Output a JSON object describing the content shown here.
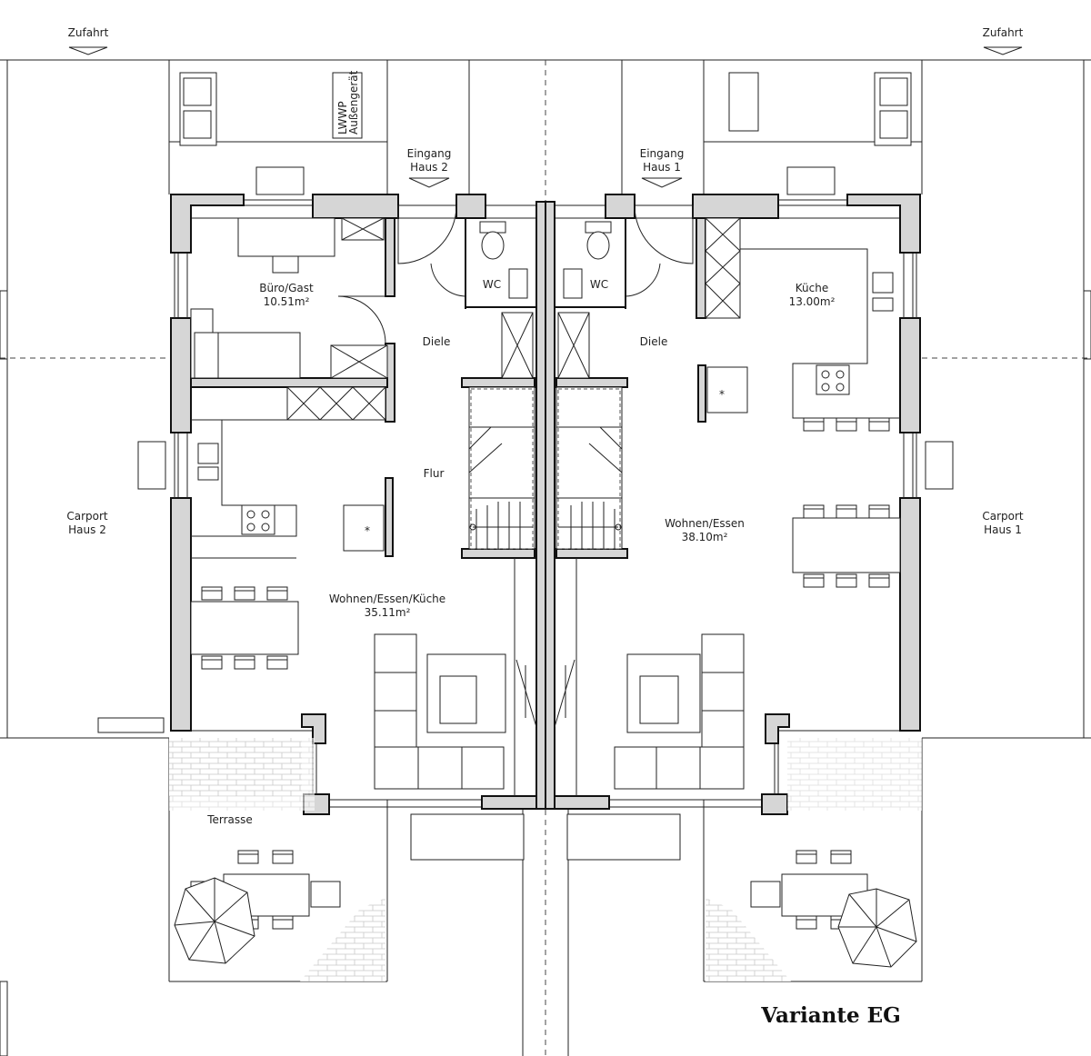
{
  "plan": {
    "title": "Variante EG",
    "access": {
      "left": "Zufahrt",
      "right": "Zufahrt"
    },
    "entrances": [
      {
        "line1": "Eingang",
        "line2": "Haus 2"
      },
      {
        "line1": "Eingang",
        "line2": "Haus 1"
      }
    ],
    "heatpump": {
      "line1": "LWWP",
      "line2": "Außengerät"
    },
    "rooms": {
      "buero": {
        "name": "Büro/Gast",
        "area": "10.51m²"
      },
      "kueche": {
        "name": "Küche",
        "area": "13.00m²"
      },
      "wc_left": {
        "name": "WC"
      },
      "wc_right": {
        "name": "WC"
      },
      "diele_left": {
        "name": "Diele"
      },
      "diele_right": {
        "name": "Diele"
      },
      "flur": {
        "name": "Flur"
      },
      "wek": {
        "name": "Wohnen/Essen/Küche",
        "area": "35.11m²"
      },
      "we": {
        "name": "Wohnen/Essen",
        "area": "38.10m²"
      },
      "terrasse": {
        "name": "Terrasse"
      }
    },
    "carports": [
      {
        "line1": "Carport",
        "line2": "Haus 2"
      },
      {
        "line1": "Carport",
        "line2": "Haus 1"
      }
    ]
  }
}
